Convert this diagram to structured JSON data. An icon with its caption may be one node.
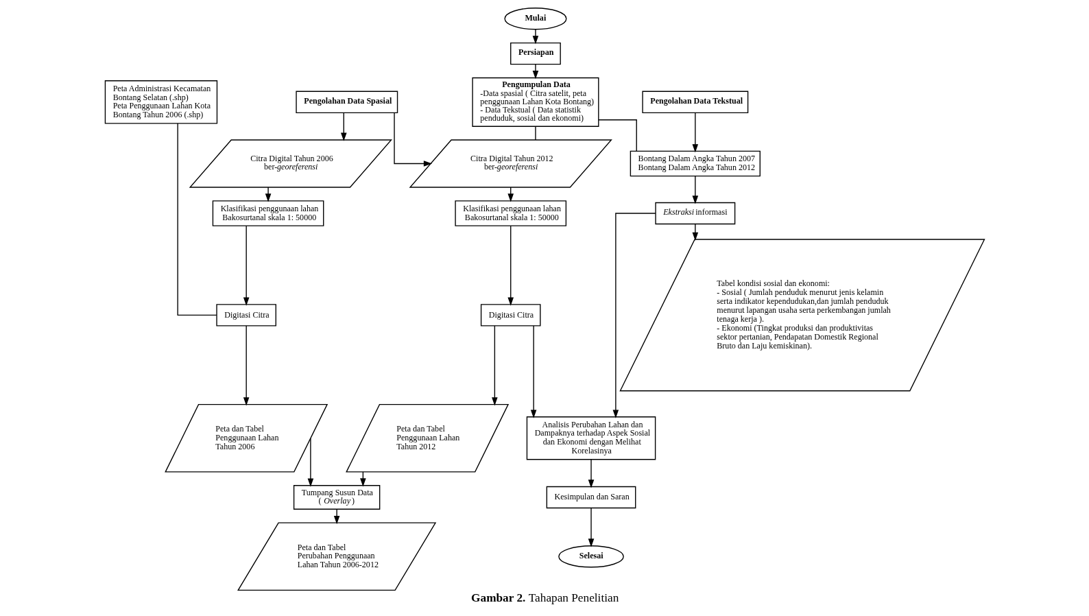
{
  "diagram": {
    "caption": "**Gambar 2.** Tahapan Penelitian",
    "nodes": [
      {
        "text": [
          "Mulai"
        ]
      },
      {
        "text": [
          "Persiapan"
        ]
      },
      {
        "text": [
          "Peta Administrasi Kecamatan Bontang Selatan (.shp)",
          "Peta Penggunaan Lahan Kota Bontang Tahun 2006 (.shp)"
        ]
      },
      {
        "text": [
          "Pengolahan Data Spasial"
        ]
      },
      {
        "text": [
          "Pengumpulan Data",
          "-Data spasial ( Citra satelit, peta penggunaan Lahan Kota Bontang)",
          "- Data Tekstual ( Data statistik penduduk, sosial dan ekonomi)"
        ]
      },
      {
        "text": [
          "Pengolahan Data Tekstual"
        ]
      },
      {
        "text": [
          "Citra Digital Tahun 2006 ber-*georeferensi*"
        ]
      },
      {
        "text": [
          "Citra Digital Tahun 2012 ber-*georeferensi*"
        ]
      },
      {
        "text": [
          "Bontang Dalam Angka Tahun 2007",
          "Bontang Dalam Angka Tahun 2012"
        ]
      },
      {
        "text": [
          "Klasifikasi penggunaan lahan Bakosurtanal skala 1: 50000"
        ]
      },
      {
        "text": [
          "Klasifikasi penggunaan lahan Bakosurtanal skala 1: 50000"
        ]
      },
      {
        "text": [
          "Digitasi Citra"
        ]
      },
      {
        "text": [
          "Digitasi Citra"
        ]
      },
      {
        "text": [
          "*Ekstraksi* informasi"
        ]
      },
      {
        "text": [
          "Peta dan Tabel Penggunaan Lahan Tahun 2006"
        ]
      },
      {
        "text": [
          "Peta dan Tabel Penggunaan Lahan Tahun 2012"
        ]
      },
      {
        "text": [
          "Analisis Perubahan Lahan dan Dampaknya terhadap Aspek Sosial dan Ekonomi dengan Melihat Korelasinya"
        ]
      },
      {
        "text": [
          "Tabel kondisi sosial dan ekonomi:",
          "- Sosial ( Jumlah penduduk menurut jenis kelamin serta indikator kependudukan,dan jumlah penduduk menurut lapangan usaha serta perkembangan jumlah tenaga kerja ).",
          "- Ekonomi (Tingkat produksi dan produktivitas sektor pertanian, Pendapatan Domestik Regional Bruto dan Laju kemiskinan)."
        ]
      },
      {
        "text": [
          "Tumpang Susun Data ( *Overlay* )"
        ]
      },
      {
        "text": [
          "Kesimpulan dan Saran"
        ]
      },
      {
        "text": [
          "Peta dan Tabel Perubahan Penggunaan Lahan Tahun 2006-2012"
        ]
      },
      {
        "text": [
          "Selesai"
        ]
      }
    ],
    "edges": [
      {
        "from": 0,
        "to": 1,
        "arrow": "to"
      },
      {
        "from": 1,
        "to": 4,
        "arrow": "to"
      },
      {
        "from": 4,
        "to": 7,
        "arrow": "none"
      },
      {
        "from": 4,
        "to": 8,
        "arrow": "none"
      },
      {
        "from": 2,
        "to": 11,
        "arrow": "none"
      },
      {
        "from": 3,
        "to": 6,
        "arrow": "to"
      },
      {
        "from": 3,
        "to": 7,
        "arrow": "to"
      },
      {
        "from": 5,
        "to": 8,
        "arrow": "to"
      },
      {
        "from": 6,
        "to": 9,
        "arrow": "to"
      },
      {
        "from": 9,
        "to": 11,
        "arrow": "to"
      },
      {
        "from": 11,
        "to": 14,
        "arrow": "to"
      },
      {
        "from": 7,
        "to": 10,
        "arrow": "to"
      },
      {
        "from": 10,
        "to": 12,
        "arrow": "to"
      },
      {
        "from": 12,
        "to": 15,
        "arrow": "to"
      },
      {
        "from": 8,
        "to": 13,
        "arrow": "to"
      },
      {
        "from": 13,
        "to": 17,
        "arrow": "to"
      },
      {
        "from": 14,
        "to": 18,
        "arrow": "to"
      },
      {
        "from": 15,
        "to": 18,
        "arrow": "to"
      },
      {
        "from": 18,
        "to": 20,
        "arrow": "to"
      },
      {
        "from": 12,
        "to": 16,
        "arrow": "to"
      },
      {
        "from": 13,
        "to": 16,
        "arrow": "to"
      },
      {
        "from": 16,
        "to": 19,
        "arrow": "to"
      },
      {
        "from": 19,
        "to": 21,
        "arrow": "to"
      }
    ]
  }
}
